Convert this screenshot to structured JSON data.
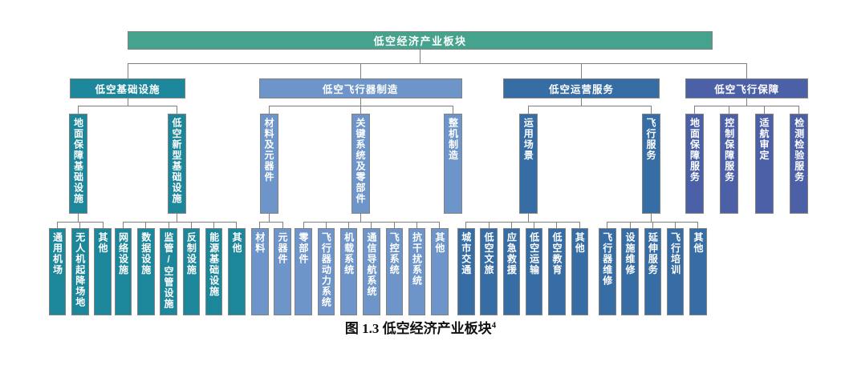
{
  "caption": {
    "text": "图 1.3 低空经济产业板块",
    "superscript": "4"
  },
  "colors": {
    "root": "#45A28D",
    "branches": [
      "#1C869B",
      "#6E95C9",
      "#366DA4",
      "#4C60A8"
    ],
    "border": "#828282",
    "connector": "#7F7F7F",
    "label_text": "#FFFFFF"
  },
  "tree": {
    "root": "低空经济产业板块",
    "branches": [
      {
        "label": "低空基础设施",
        "children": [
          {
            "label": "地面保障基础设施",
            "children": [
              "通用机场",
              "无人机起降场地",
              "其他"
            ]
          },
          {
            "label": "低空新型基础设施",
            "children": [
              "网络设施",
              "数据设施",
              "监管/空管设施",
              "反制设施",
              "能源基础设施",
              "其他"
            ]
          }
        ]
      },
      {
        "label": "低空飞行器制造",
        "children": [
          {
            "label": "材料及元器件",
            "children": [
              "材料",
              "元器件"
            ]
          },
          {
            "label": "关键系统及零部件",
            "children": [
              "零部件",
              "飞行器动力系统",
              "机载系统",
              "通信导航系统",
              "飞控系统",
              "抗干扰系统",
              "其他"
            ]
          },
          {
            "label": "整机制造",
            "children": []
          }
        ]
      },
      {
        "label": "低空运营服务",
        "children": [
          {
            "label": "运用场景",
            "children": [
              "城市交通",
              "低空文旅",
              "应急救援",
              "低空运输",
              "低空教育",
              "其他"
            ]
          },
          {
            "label": "飞行服务",
            "children": [
              "飞行器维修",
              "设施维修",
              "延伸服务",
              "飞行培训",
              "其他"
            ]
          }
        ]
      },
      {
        "label": "低空飞行保障",
        "children": [
          {
            "label": "地面保障服务",
            "children": []
          },
          {
            "label": "控制保障服务",
            "children": []
          },
          {
            "label": "适航审定",
            "children": []
          },
          {
            "label": "检测检验服务",
            "children": []
          }
        ]
      }
    ]
  }
}
